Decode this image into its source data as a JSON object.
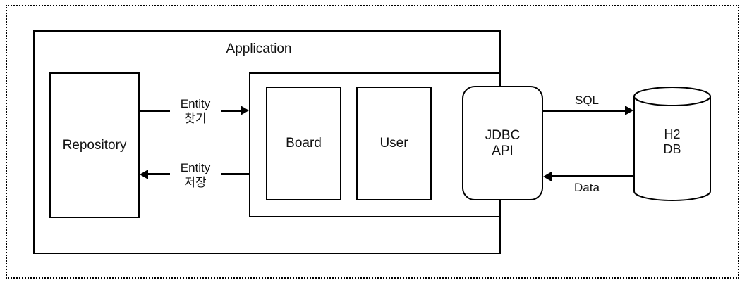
{
  "diagram": {
    "nodes": {
      "application": {
        "label": "Application"
      },
      "repository": {
        "label": "Repository"
      },
      "board": {
        "label": "Board"
      },
      "user": {
        "label": "User"
      },
      "jdbc_api": {
        "line1": "JDBC",
        "line2": "API"
      },
      "h2_db": {
        "line1": "H2",
        "line2": "DB"
      }
    },
    "edges": {
      "entity_find": {
        "line1": "Entity",
        "line2": "찾기",
        "direction": "right",
        "from": "Repository",
        "to": "component container"
      },
      "entity_save": {
        "line1": "Entity",
        "line2": "저장",
        "direction": "left",
        "from": "component container",
        "to": "Repository"
      },
      "sql": {
        "label": "SQL",
        "direction": "right",
        "from": "JDBC API",
        "to": "H2 DB"
      },
      "data": {
        "label": "Data",
        "direction": "left",
        "from": "H2 DB",
        "to": "JDBC API"
      }
    },
    "colors": {
      "stroke": "#000000",
      "text": "#111111",
      "background": "#ffffff"
    }
  }
}
